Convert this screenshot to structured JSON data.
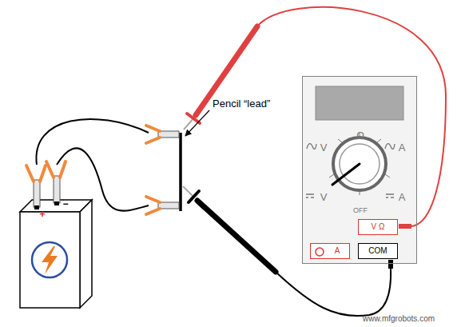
{
  "diagram": {
    "nodes": [
      {
        "text": [
          "+",
          "−"
        ]
      },
      {
        "text": [
          "Ω",
          "V",
          "A",
          "V",
          "A",
          "OFF"
        ]
      },
      {
        "text": [
          "V Ω"
        ],
        "in": 1
      },
      {
        "text": [
          "A"
        ],
        "in": 1
      },
      {
        "text": [
          "COM"
        ],
        "in": 1
      }
    ],
    "labels": [
      "Pencil “lead”",
      "www.mfgrobots.com"
    ]
  }
}
